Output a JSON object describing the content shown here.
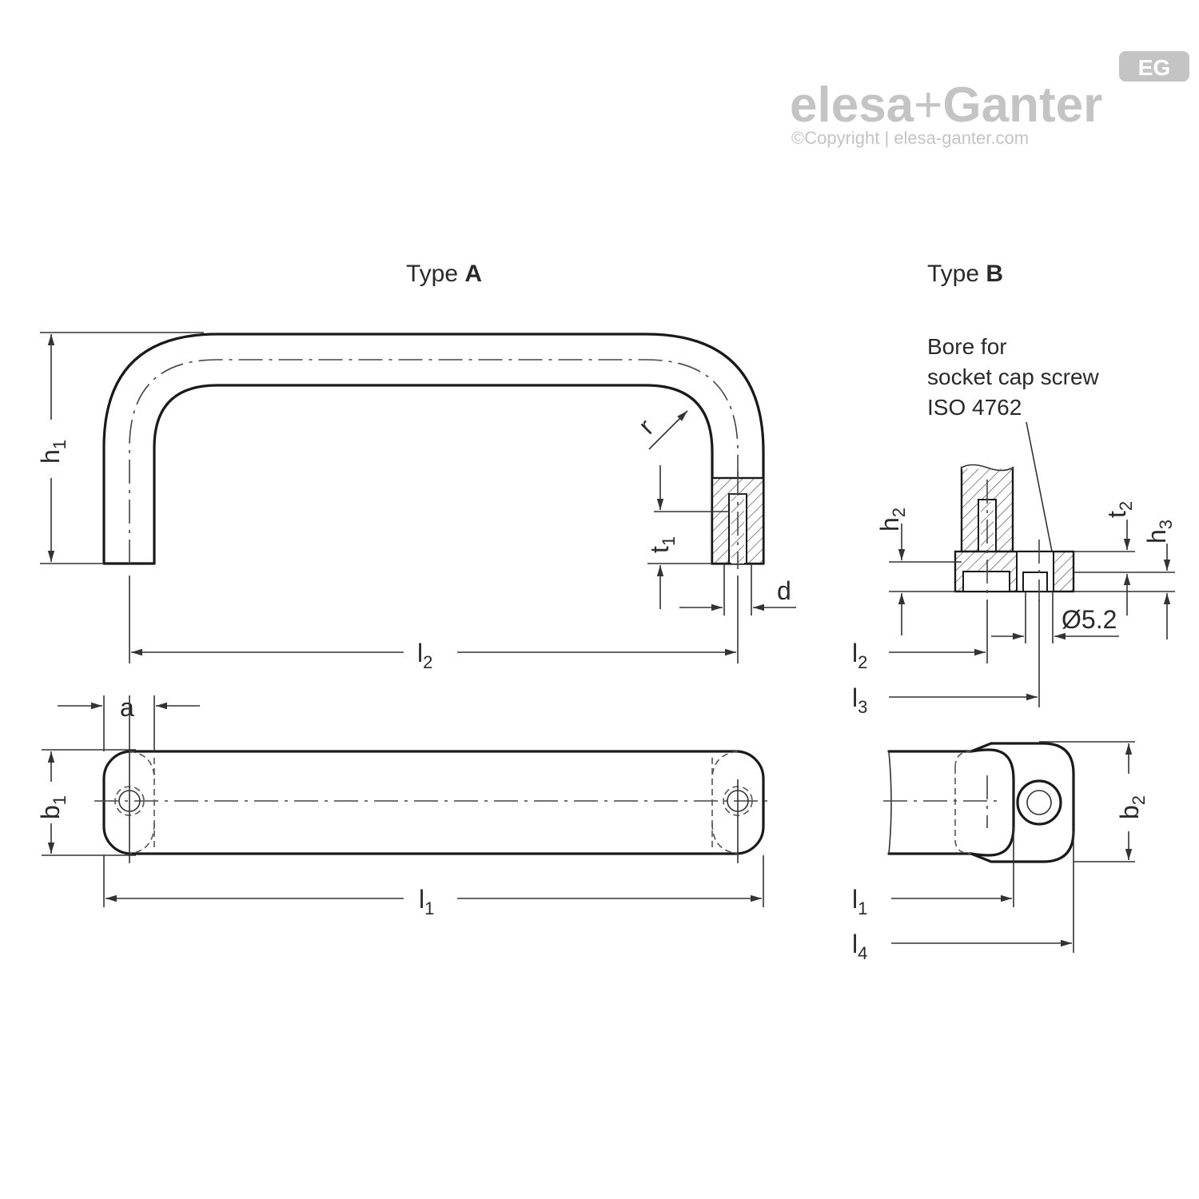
{
  "logo": {
    "brand_a": "elesa",
    "plus": "+",
    "brand_b": "Ganter",
    "badge": "EG",
    "copyright": "©Copyright | elesa-ganter.com"
  },
  "views": {
    "type_a": {
      "prefix": "Type ",
      "letter": "A"
    },
    "type_b": {
      "prefix": "Type ",
      "letter": "B"
    }
  },
  "note": {
    "line1": "Bore for",
    "line2": "socket cap screw",
    "line3": "ISO 4762"
  },
  "dimensions": {
    "h1": {
      "base": "h",
      "sub": "1"
    },
    "r": {
      "base": "r"
    },
    "t1": {
      "base": "t",
      "sub": "1"
    },
    "d": {
      "base": "d"
    },
    "l2a": {
      "base": "l",
      "sub": "2"
    },
    "a": {
      "base": "a"
    },
    "b1": {
      "base": "b",
      "sub": "1"
    },
    "l1a": {
      "base": "l",
      "sub": "1"
    },
    "h2": {
      "base": "h",
      "sub": "2"
    },
    "t2": {
      "base": "t",
      "sub": "2"
    },
    "h3": {
      "base": "h",
      "sub": "3"
    },
    "d52": {
      "base": "Ø5.2"
    },
    "l2b": {
      "base": "l",
      "sub": "2"
    },
    "l3b": {
      "base": "l",
      "sub": "3"
    },
    "b2": {
      "base": "b",
      "sub": "2"
    },
    "l1b": {
      "base": "l",
      "sub": "1"
    },
    "l4b": {
      "base": "l",
      "sub": "4"
    }
  }
}
